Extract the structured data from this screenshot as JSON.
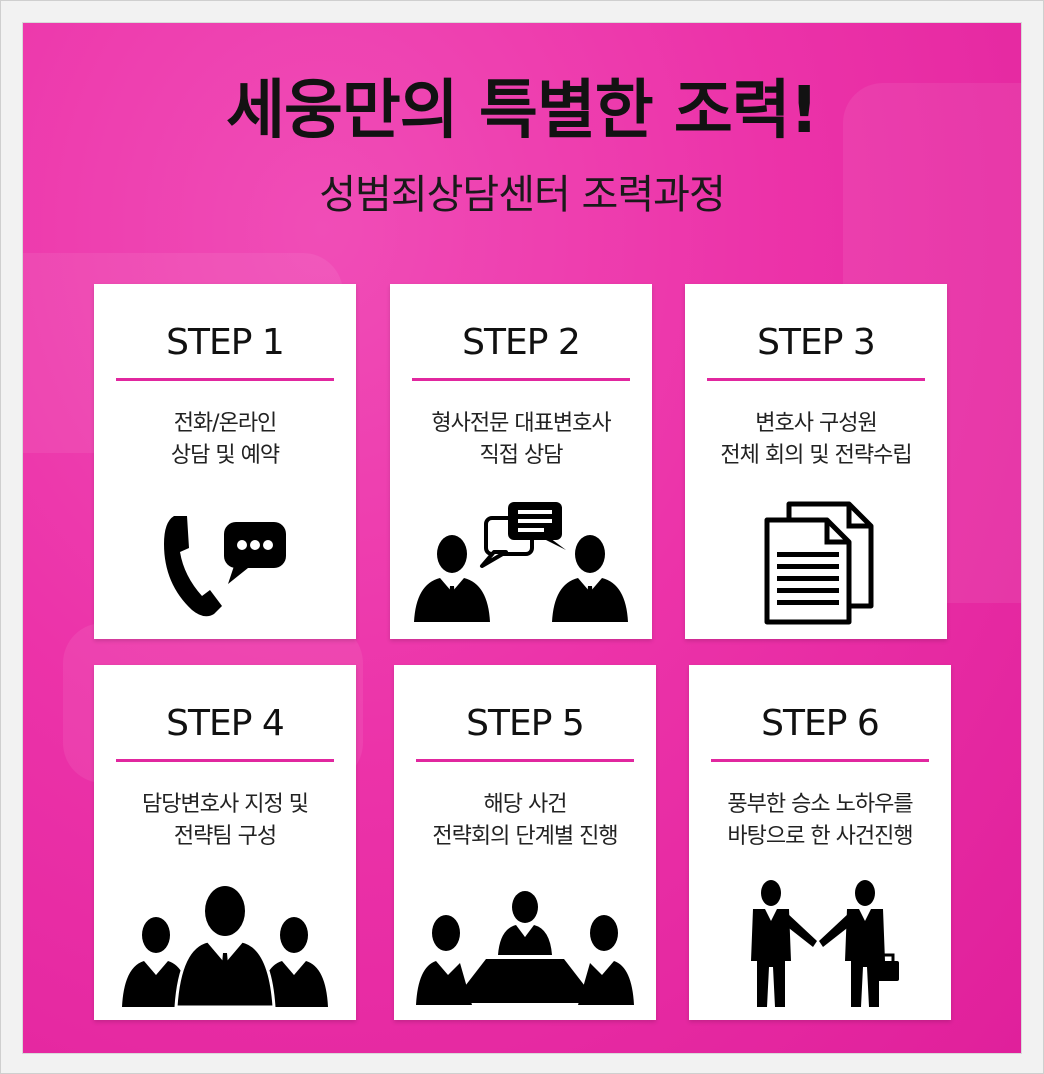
{
  "header": {
    "title": "세웅만의 특별한 조력!",
    "subtitle": "성범죄상담센터 조력과정"
  },
  "steps": [
    {
      "label": "STEP 1",
      "line1": "전화/온라인",
      "line2": "상담 및 예약",
      "icon": "phone-chat-icon"
    },
    {
      "label": "STEP 2",
      "line1": "형사전문 대표변호사",
      "line2": "직접 상담",
      "icon": "consultation-icon"
    },
    {
      "label": "STEP 3",
      "line1": "변호사 구성원",
      "line2": "전체 회의 및 전략수립",
      "icon": "documents-icon"
    },
    {
      "label": "STEP 4",
      "line1": "담당변호사 지정 및",
      "line2": "전략팀 구성",
      "icon": "team-icon"
    },
    {
      "label": "STEP 5",
      "line1": "해당 사건",
      "line2": "전략회의 단계별 진행",
      "icon": "meeting-table-icon"
    },
    {
      "label": "STEP 6",
      "line1": "풍부한 승소 노하우를",
      "line2": "바탕으로 한 사건진행",
      "icon": "handshake-icon"
    }
  ],
  "colors": {
    "accent": "#e1279f",
    "background": "#ec33a9",
    "card": "#ffffff",
    "text": "#111111"
  }
}
